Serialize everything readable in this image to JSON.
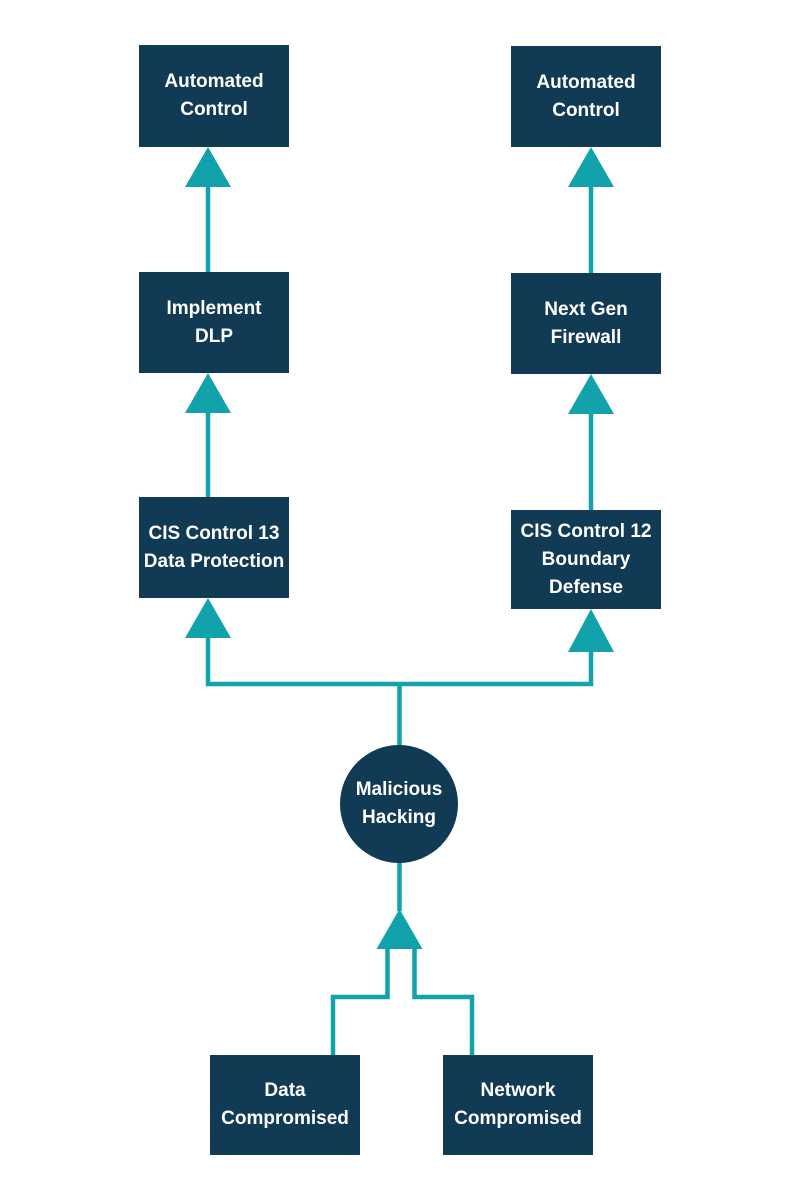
{
  "diagram": {
    "kind": "fault-tree",
    "colors": {
      "node_fill": "#113A54",
      "connector": "#12A2AC",
      "label_color": "#FFFFFF",
      "background": "#FFFFFF"
    },
    "nodes": {
      "automated_control_left": {
        "label": "Automated\nControl",
        "shape": "rect"
      },
      "implement_dlp": {
        "label": "Implement\nDLP",
        "shape": "rect"
      },
      "cis_control_13": {
        "label": "CIS Control 13\nData Protection",
        "shape": "rect"
      },
      "automated_control_right": {
        "label": "Automated\nControl",
        "shape": "rect"
      },
      "next_gen_firewall": {
        "label": "Next Gen\nFirewall",
        "shape": "rect"
      },
      "cis_control_12": {
        "label": "CIS Control 12\nBoundary\nDefense",
        "shape": "rect"
      },
      "malicious_hacking": {
        "label": "Malicious\nHacking",
        "shape": "circle"
      },
      "data_compromised": {
        "label": "Data\nCompromised",
        "shape": "rect"
      },
      "network_compromised": {
        "label": "Network\nCompromised",
        "shape": "rect"
      }
    },
    "edges": [
      {
        "from": "data_compromised",
        "to": "malicious_hacking"
      },
      {
        "from": "network_compromised",
        "to": "malicious_hacking"
      },
      {
        "from": "malicious_hacking",
        "to": "cis_control_13"
      },
      {
        "from": "malicious_hacking",
        "to": "cis_control_12"
      },
      {
        "from": "cis_control_13",
        "to": "implement_dlp"
      },
      {
        "from": "implement_dlp",
        "to": "automated_control_left"
      },
      {
        "from": "cis_control_12",
        "to": "next_gen_firewall"
      },
      {
        "from": "next_gen_firewall",
        "to": "automated_control_right"
      }
    ]
  }
}
